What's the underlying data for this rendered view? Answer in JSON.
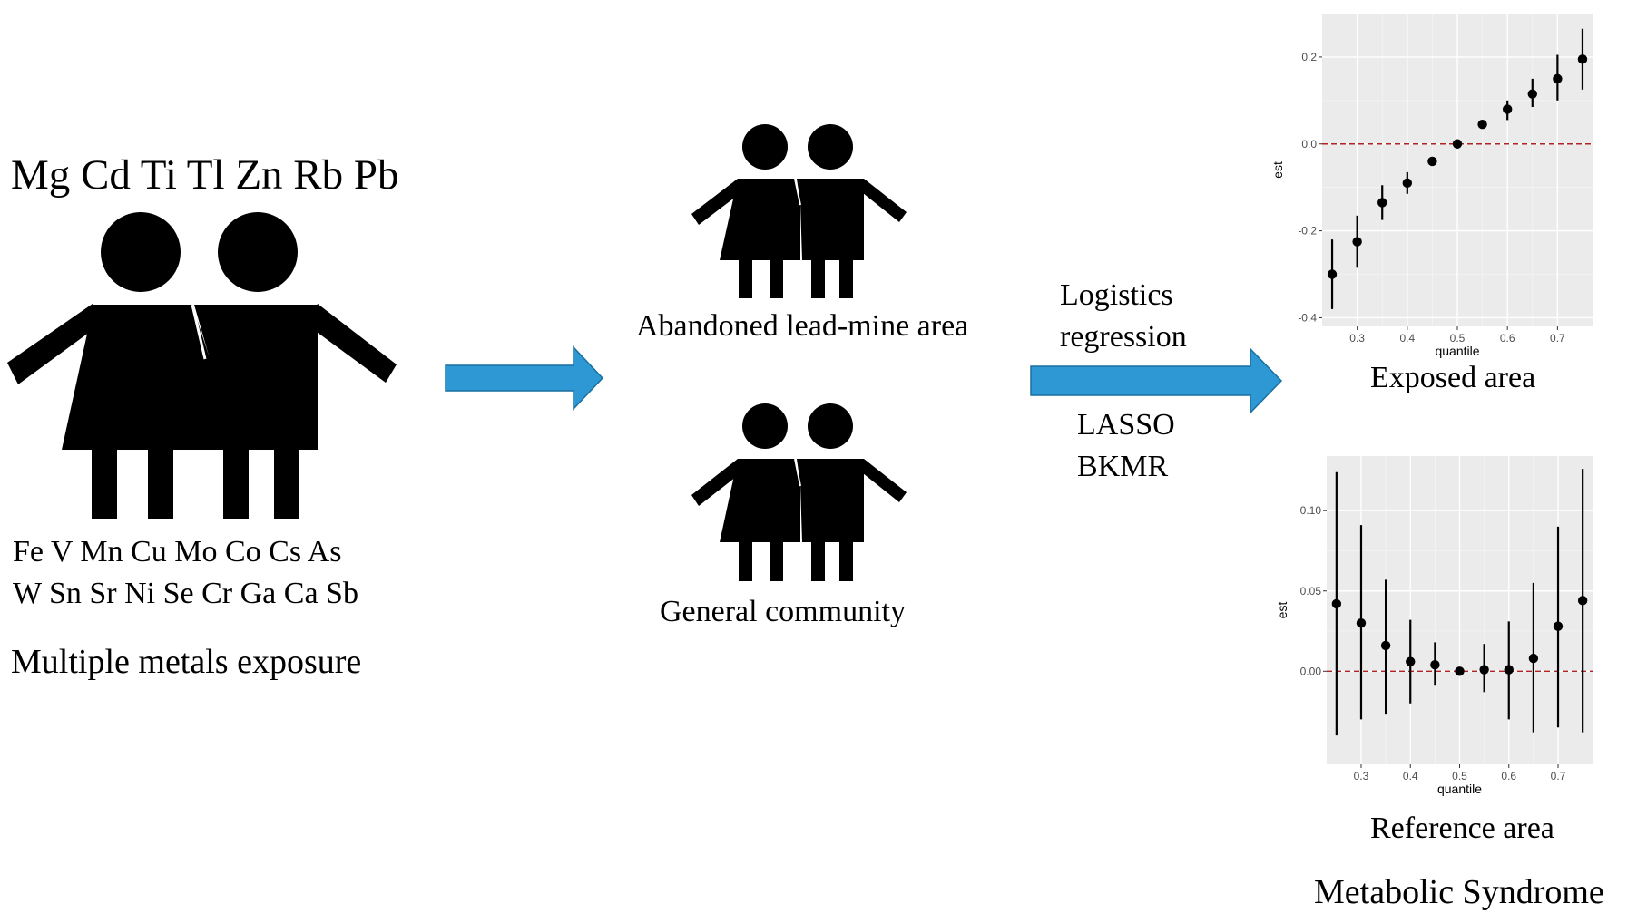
{
  "left": {
    "top_metals": "Mg Cd Ti Tl Zn Rb Pb",
    "metals_line1": "Fe  V Mn Cu Mo Co Cs As",
    "metals_line2": "W Sn Sr Ni Se Cr Ga Ca Sb",
    "caption": "Multiple metals exposure"
  },
  "middle": {
    "group1": "Abandoned lead-mine area",
    "group2": "General community"
  },
  "methods": {
    "line1": "Logistics",
    "line2": "regression",
    "line3": "LASSO",
    "line4": "BKMR"
  },
  "right": {
    "outcome": "Metabolic Syndrome"
  },
  "colors": {
    "arrow": "#2e98d4",
    "arrow_edge": "#1a6f9f",
    "panel": "#ebebeb",
    "grid": "#ffffff",
    "refline": "#b22222"
  },
  "chart_data": [
    {
      "type": "scatter",
      "title": "",
      "caption": "Exposed area",
      "xlabel": "quantile",
      "ylabel": "est",
      "xlim": [
        0.23,
        0.77
      ],
      "ylim": [
        -0.42,
        0.3
      ],
      "xticks": [
        {
          "value": 0.3,
          "label": "0.3"
        },
        {
          "value": 0.4,
          "label": "0.4"
        },
        {
          "value": 0.5,
          "label": "0.5"
        },
        {
          "value": 0.6,
          "label": "0.6"
        },
        {
          "value": 0.7,
          "label": "0.7"
        }
      ],
      "yticks": [
        {
          "value": -0.4,
          "label": "-0.4"
        },
        {
          "value": -0.2,
          "label": "-0.2"
        },
        {
          "value": 0.0,
          "label": "0.0"
        },
        {
          "value": 0.2,
          "label": "0.2"
        }
      ],
      "reference_line": 0,
      "points": [
        {
          "x": 0.25,
          "y": -0.3,
          "low": -0.38,
          "high": -0.22
        },
        {
          "x": 0.3,
          "y": -0.225,
          "low": -0.285,
          "high": -0.165
        },
        {
          "x": 0.35,
          "y": -0.135,
          "low": -0.175,
          "high": -0.095
        },
        {
          "x": 0.4,
          "y": -0.09,
          "low": -0.115,
          "high": -0.065
        },
        {
          "x": 0.45,
          "y": -0.04,
          "low": -0.048,
          "high": -0.032
        },
        {
          "x": 0.5,
          "y": 0.0,
          "low": 0.0,
          "high": 0.0
        },
        {
          "x": 0.55,
          "y": 0.045,
          "low": 0.04,
          "high": 0.05
        },
        {
          "x": 0.6,
          "y": 0.08,
          "low": 0.055,
          "high": 0.1
        },
        {
          "x": 0.65,
          "y": 0.115,
          "low": 0.085,
          "high": 0.15
        },
        {
          "x": 0.7,
          "y": 0.15,
          "low": 0.1,
          "high": 0.205
        },
        {
          "x": 0.75,
          "y": 0.195,
          "low": 0.125,
          "high": 0.265
        }
      ]
    },
    {
      "type": "scatter",
      "title": "",
      "caption": "Reference area",
      "xlabel": "quantile",
      "ylabel": "est",
      "xlim": [
        0.23,
        0.77
      ],
      "ylim": [
        -0.058,
        0.134
      ],
      "xticks": [
        {
          "value": 0.3,
          "label": "0.3"
        },
        {
          "value": 0.4,
          "label": "0.4"
        },
        {
          "value": 0.5,
          "label": "0.5"
        },
        {
          "value": 0.6,
          "label": "0.6"
        },
        {
          "value": 0.7,
          "label": "0.7"
        }
      ],
      "yticks": [
        {
          "value": 0.0,
          "label": "0.00"
        },
        {
          "value": 0.05,
          "label": "0.05"
        },
        {
          "value": 0.1,
          "label": "0.10"
        }
      ],
      "reference_line": 0,
      "points": [
        {
          "x": 0.25,
          "y": 0.042,
          "low": -0.04,
          "high": 0.124
        },
        {
          "x": 0.3,
          "y": 0.03,
          "low": -0.03,
          "high": 0.091
        },
        {
          "x": 0.35,
          "y": 0.016,
          "low": -0.027,
          "high": 0.057
        },
        {
          "x": 0.4,
          "y": 0.006,
          "low": -0.02,
          "high": 0.032
        },
        {
          "x": 0.45,
          "y": 0.004,
          "low": -0.009,
          "high": 0.018
        },
        {
          "x": 0.5,
          "y": 0.0,
          "low": 0.0,
          "high": 0.0
        },
        {
          "x": 0.55,
          "y": 0.001,
          "low": -0.013,
          "high": 0.017
        },
        {
          "x": 0.6,
          "y": 0.001,
          "low": -0.03,
          "high": 0.031
        },
        {
          "x": 0.65,
          "y": 0.008,
          "low": -0.038,
          "high": 0.055
        },
        {
          "x": 0.7,
          "y": 0.028,
          "low": -0.035,
          "high": 0.09
        },
        {
          "x": 0.75,
          "y": 0.044,
          "low": -0.038,
          "high": 0.126
        }
      ]
    }
  ]
}
